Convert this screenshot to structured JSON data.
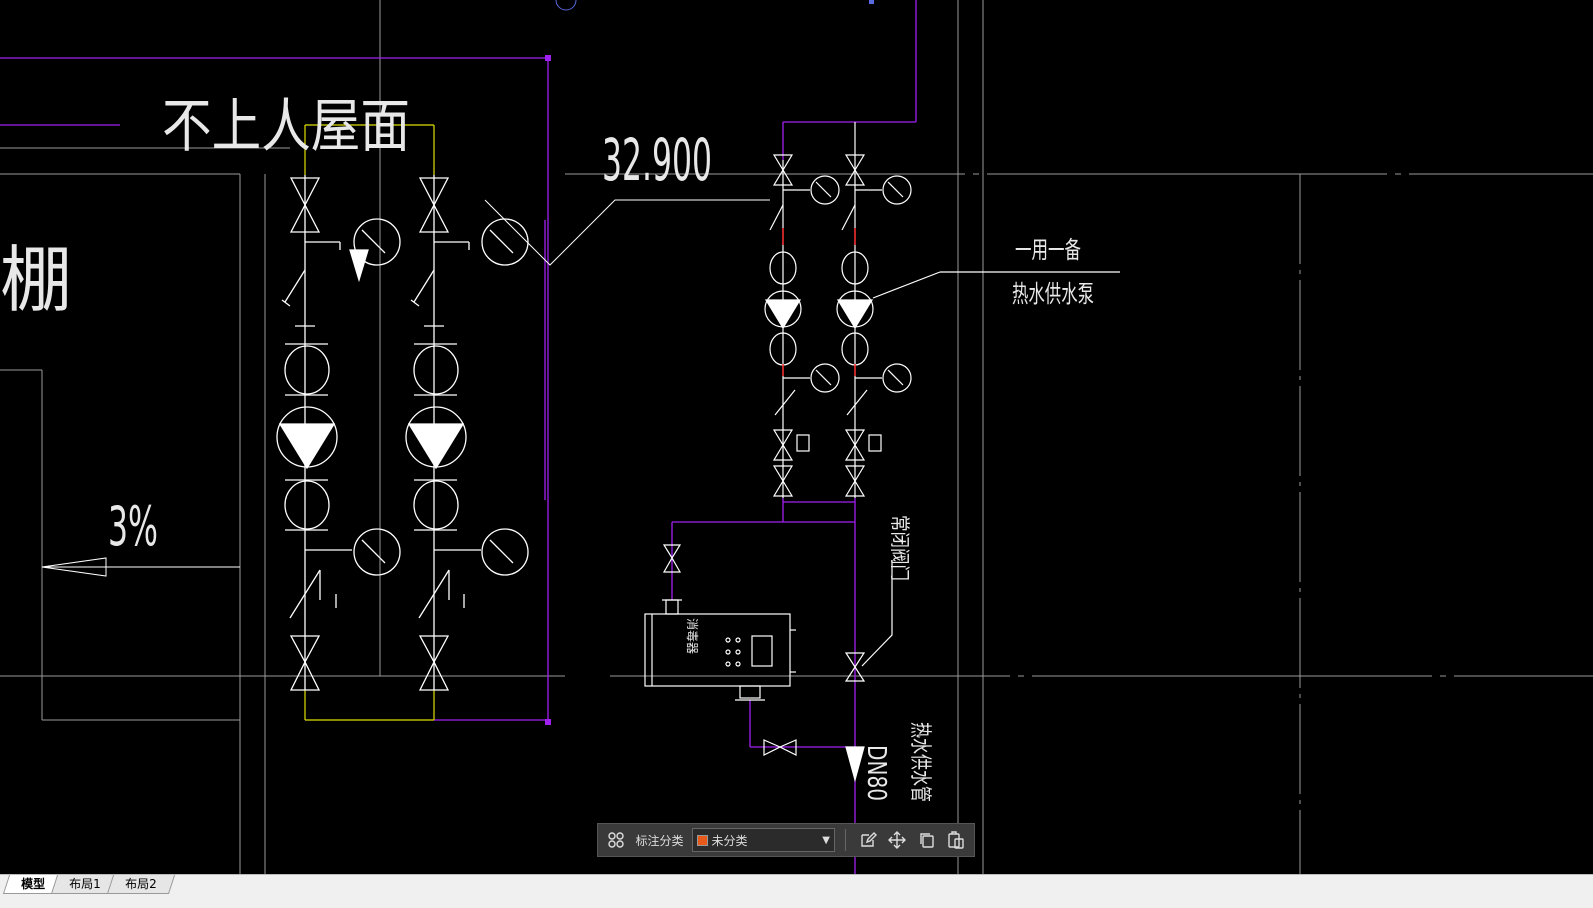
{
  "drawing": {
    "texts": {
      "roof": "不上人屋面",
      "shed": "棚",
      "slope": "3%",
      "elevation": "32.900",
      "pump_note_line1": "一用一备",
      "pump_note_line2": "热水供水泵",
      "valve_note": "常闭阀门",
      "supply_pipe": "热水供水管",
      "pipe_size": "DN80",
      "sterilizer": "消毒器"
    },
    "colors": {
      "background": "#000000",
      "line_white": "#ffffff",
      "line_purple": "#a020f0",
      "line_yellow": "#e0e000",
      "line_red": "#ff2020",
      "line_grey": "#9a9a9a"
    }
  },
  "toolbar": {
    "layout_icon": "grid-icon",
    "label": "标注分类",
    "select_value": "未分类",
    "select_color": "#e85a1a",
    "actions": [
      "edit-icon",
      "move-icon",
      "copy-icon",
      "paste-icon"
    ]
  },
  "tabs": [
    {
      "label": "模型",
      "active": true
    },
    {
      "label": "布局1",
      "active": false
    },
    {
      "label": "布局2",
      "active": false
    }
  ]
}
